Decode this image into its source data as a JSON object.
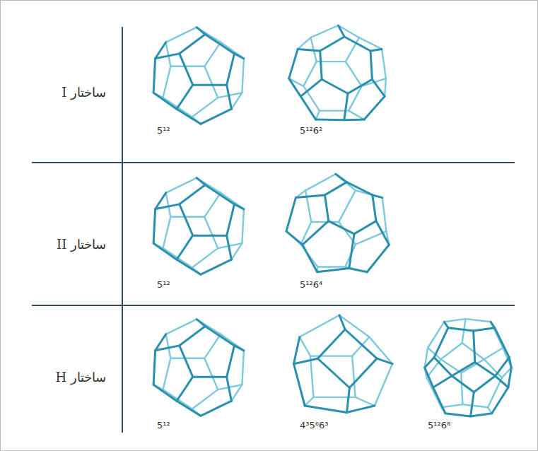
{
  "diagram": {
    "labels": [
      "ساختار I",
      "5¹²",
      "5¹²6²",
      "ساختار II",
      "5¹²",
      "5¹²6⁴",
      "ساختار H",
      "5¹²",
      "4³5⁶6³",
      "5¹²6⁸"
    ]
  }
}
